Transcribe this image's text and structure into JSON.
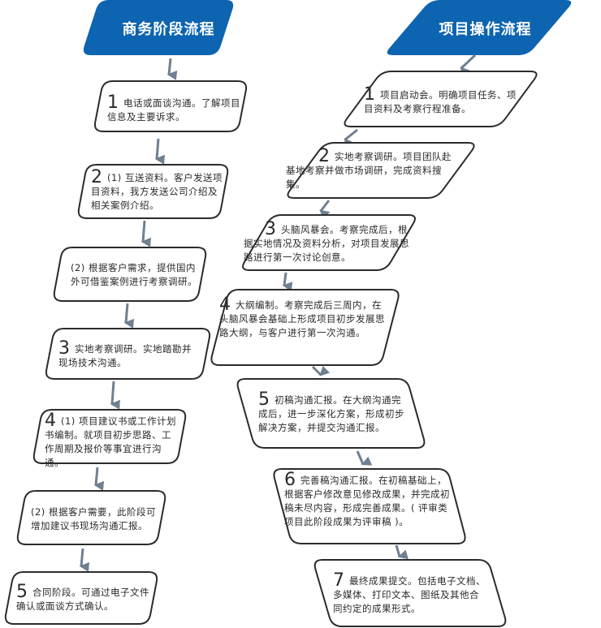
{
  "colors": {
    "header_fill": "#0d64b0",
    "box_stroke": "#2b2b2b",
    "arrow": "#6f8090",
    "text": "#2a2a2a"
  },
  "business": {
    "title": "商务阶段流程",
    "steps": [
      {
        "num": "1",
        "text": "电话或面谈沟通。了解项目信息及主要诉求。"
      },
      {
        "num": "2",
        "text": "(1) 互送资料。客户发送项目资料，我方发送公司介绍及相关案例介绍。"
      },
      {
        "num": "",
        "text": "(2) 根据客户需求，提供国内外可借鉴案例进行考察调研。"
      },
      {
        "num": "3",
        "text": "实地考察调研。实地踏勘并现场技术沟通。"
      },
      {
        "num": "4",
        "text": "(1) 项目建议书或工作计划书编制。就项目初步思路、工作周期及报价等事宜进行沟通。"
      },
      {
        "num": "",
        "text": "(2) 根据客户需要，此阶段可增加建议书现场沟通汇报。"
      },
      {
        "num": "5",
        "text": "合同阶段。可通过电子文件确认或面谈方式确认。"
      }
    ]
  },
  "project": {
    "title": "项目操作流程",
    "steps": [
      {
        "num": "1",
        "text": "项目启动会。明确项目任务、项目资料及考察行程准备。"
      },
      {
        "num": "2",
        "text": "实地考察调研。项目团队赴基地考察并做市场调研，完成资料搜集。"
      },
      {
        "num": "3",
        "text": "头脑风暴会。考察完成后，根据实地情况及资料分析，对项目发展思路进行第一次讨论创意。"
      },
      {
        "num": "4",
        "text": "大纲编制。考察完成后三周内，在头脑风暴会基础上形成项目初步发展思路大纲，与客户进行第一次沟通。"
      },
      {
        "num": "5",
        "text": "初稿沟通汇报。在大纲沟通完成后，进一步深化方案，形成初步解决方案，并提交沟通汇报。"
      },
      {
        "num": "6",
        "text": "完善稿沟通汇报。在初稿基础上，根据客户修改意见修改成果，并完成初稿未尽内容，形成完善成果。( 评审类项目此阶段成果为评审稿 )。"
      },
      {
        "num": "7",
        "text": "最终成果提交。包括电子文档、多媒体、打印文本、图纸及其他合同约定的成果形式。"
      }
    ]
  }
}
